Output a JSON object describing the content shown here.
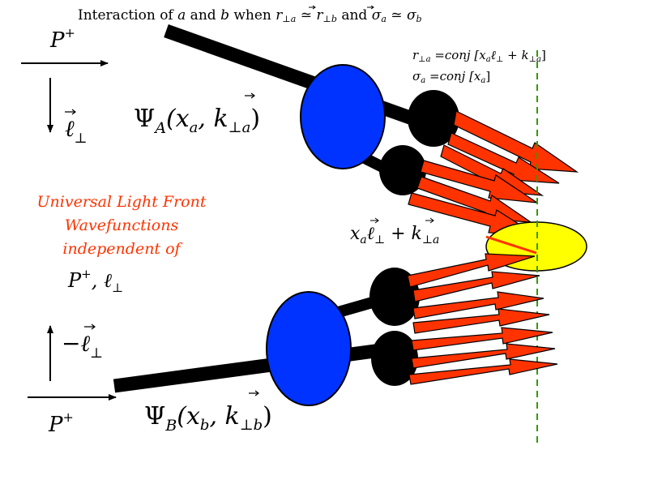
{
  "title": {
    "prefix": "Interaction of ",
    "a": "a",
    "mid1": " and ",
    "b": "b",
    "mid2": " when ",
    "r": "r",
    "sub_la": "⊥a",
    "approx1": " ≃ ",
    "sub_lb": "⊥b",
    "mid3": " and ",
    "sigma": "σ",
    "sub_a": "a",
    "approx2": " ≃ ",
    "sub_b": "b"
  },
  "top_left": {
    "p_plus": "P",
    "plus": "+",
    "ell_perp": "ℓ",
    "perp": "⊥"
  },
  "bottom_left": {
    "minus_ell": "−ℓ",
    "perp": "⊥",
    "p_plus": "P",
    "plus": "+"
  },
  "psi_a": {
    "psi": "Ψ",
    "sub": "A",
    "args_open": "(x",
    "x_sub": "a",
    "comma": ", k",
    "k_sub": "⊥a",
    "close": ")"
  },
  "psi_b": {
    "psi": "Ψ",
    "sub": "B",
    "args_open": "(x",
    "x_sub": "b",
    "comma": ", k",
    "k_sub": "⊥b",
    "close": ")"
  },
  "conj": {
    "line1_r": "r",
    "line1_rsub": "⊥a",
    "line1_eq": " =",
    "line1_conj": "conj",
    "line1_bracket": " [x",
    "line1_xsub": "a",
    "line1_ell": "ℓ",
    "line1_perp": "⊥",
    "line1_plus": " + k",
    "line1_ksub": "⊥a",
    "line1_close": "]",
    "line2_sigma": "σ",
    "line2_sub": "a",
    "line2_eq": " =",
    "line2_conj": "conj",
    "line2_bracket": " [x",
    "line2_xsub": "a",
    "line2_close": "]"
  },
  "mid_label": {
    "x": "x",
    "xsub": "a",
    "ell": "ℓ",
    "perp": "⊥",
    "plus": " + k",
    "ksub": "⊥a"
  },
  "universal": {
    "line1": "Universal Light Front",
    "line2": "Wavefunctions",
    "line3": "independent of"
  },
  "indep": {
    "p": "P",
    "plus": "+",
    "comma": ", ℓ",
    "perp": "⊥"
  },
  "colors": {
    "hadron_blob": "#0033ff",
    "quark": "#000000",
    "parton_arrow": "#ff3300",
    "overlap": "#ffff00",
    "dashed_line": "#339900",
    "universal_text": "#ff3300"
  }
}
